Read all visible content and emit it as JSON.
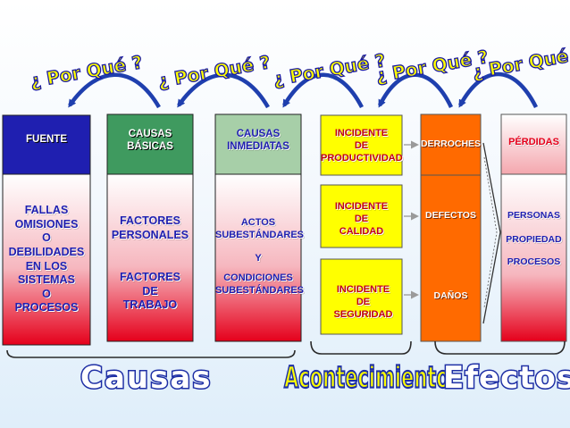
{
  "question": "¿ Por Qué ?",
  "columns": {
    "fuente": {
      "header": "FUENTE",
      "body": "FALLAS\nOMISIONES\nO\nDEBILIDADES\nEN LOS\nSISTEMAS\nO\nPROCESOS"
    },
    "causas_basicas": {
      "header": "CAUSAS\nBÁSICAS",
      "factores_personales": "FACTORES\nPERSONALES",
      "factores_trabajo": "FACTORES\nDE\nTRABAJO"
    },
    "causas_inmediatas": {
      "header": "CAUSAS\nINMEDIATAS",
      "actos": "ACTOS\nSUBESTÁNDARES",
      "y": "Y",
      "condiciones": "CONDICIONES\nSUBESTÁNDARES"
    }
  },
  "incidentes": [
    "INCIDENTE\nDE\nPRODUCTIVIDAD",
    "INCIDENTE\nDE\nCALIDAD",
    "INCIDENTE\nDE\nSEGURIDAD"
  ],
  "consecuencias": [
    "DERROCHES",
    "DEFECTOS",
    "DAÑOS"
  ],
  "perdidas": {
    "header": "PÉRDIDAS",
    "items": [
      "PERSONAS",
      "PROPIEDAD",
      "PROCESOS"
    ]
  },
  "bottom_labels": {
    "causas": "Causas",
    "acontecimiento": "Acontecimiento",
    "efectos": "Efectos"
  },
  "colors": {
    "fuente_header": "#1f1fb0",
    "causas_header": "#3f9a5f",
    "inmediatas_header": "#a7cfa8",
    "body_red": "#e8001c",
    "incidente_yellow": "#ffff00",
    "orange": "#ff6a00",
    "question_text": "#ffff00",
    "question_outline": "#1a1aa0",
    "arrow_blue": "#1f3fae",
    "bottom_outline": "#1e2fa5"
  }
}
